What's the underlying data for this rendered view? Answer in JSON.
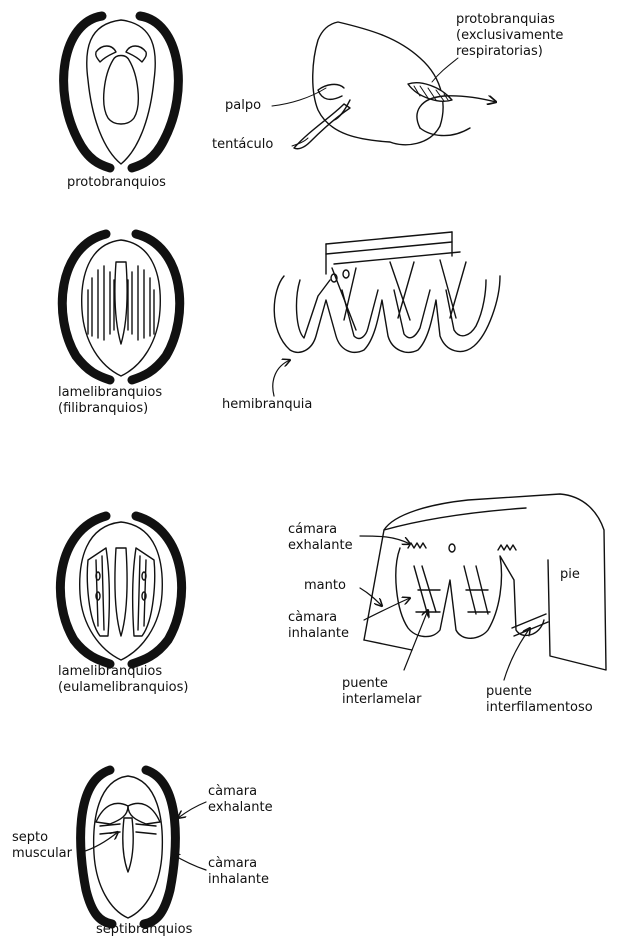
{
  "panels": [
    {
      "caption": "protobranquios",
      "labels": {
        "palpo": "palpo",
        "tentaculo": "tentáculo",
        "gill": "protobranquias\n(exclusivamente\nrespiratorias)"
      }
    },
    {
      "caption": "lamelibranquios\n(filibranquios)",
      "labels": {
        "hemibranquia": "hemibranquia"
      }
    },
    {
      "caption": "lamelibranquios\n(eulamelibranquios)",
      "labels": {
        "camara_exhalante": "cámara\nexhalante",
        "manto": "manto",
        "camara_inhalante": "càmara\ninhalante",
        "pie": "pie",
        "puente_interlamelar": "puente\ninterlamelar",
        "puente_interfilamentoso": "puente\ninterfilamentoso"
      }
    },
    {
      "caption": "septibranquios",
      "labels": {
        "camara_exhalante": "càmara\nexhalante",
        "septo": "septo\nmuscular",
        "camara_inhalante": "càmara\ninhalante"
      }
    }
  ],
  "colors": {
    "ink": "#111111",
    "paper": "#ffffff"
  }
}
